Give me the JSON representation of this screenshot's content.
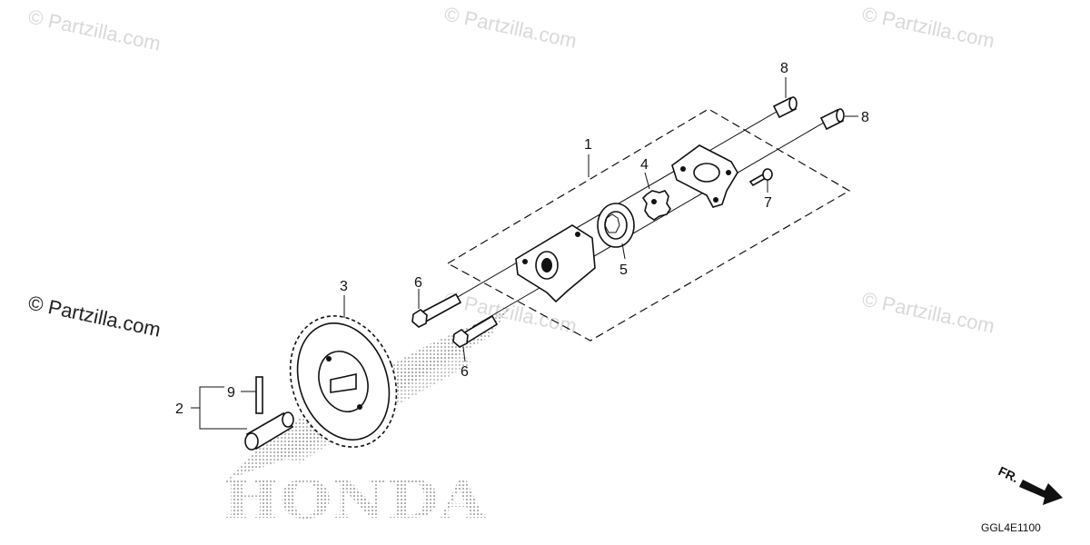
{
  "watermarks": {
    "top_left": "© Partzilla.com",
    "top_center": "© Partzilla.com",
    "top_right": "© Partzilla.com",
    "mid_left": "© Partzilla.com",
    "mid_center": "© Partzilla.com",
    "mid_right": "© Partzilla.com"
  },
  "callouts": {
    "c1": "1",
    "c2": "2",
    "c3": "3",
    "c4": "4",
    "c5": "5",
    "c6a": "6",
    "c6b": "6",
    "c7": "7",
    "c8a": "8",
    "c8b": "8",
    "c9": "9"
  },
  "logo": {
    "text": "HONDA"
  },
  "direction": {
    "label": "FR."
  },
  "diagram_code": "GGL4E1100",
  "colors": {
    "ink": "#111111",
    "watermark": "#d9d9d9",
    "logo_dots": "#9a9a9a"
  }
}
